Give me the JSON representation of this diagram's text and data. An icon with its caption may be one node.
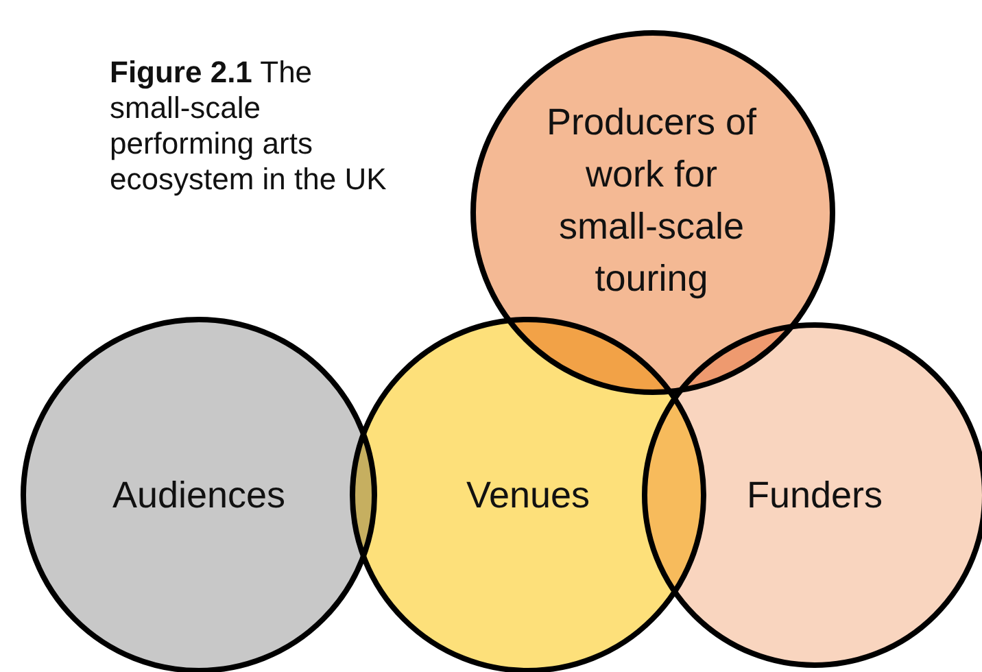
{
  "diagram": {
    "title": "**Figure 2.1** The small-scale performing arts ecosystem in the UK",
    "nodes": [
      {
        "text": [
          "Producers of work for small-scale touring"
        ]
      },
      {
        "text": [
          "Audiences"
        ]
      },
      {
        "text": [
          "Venues"
        ]
      },
      {
        "text": [
          "Funders"
        ]
      }
    ]
  }
}
